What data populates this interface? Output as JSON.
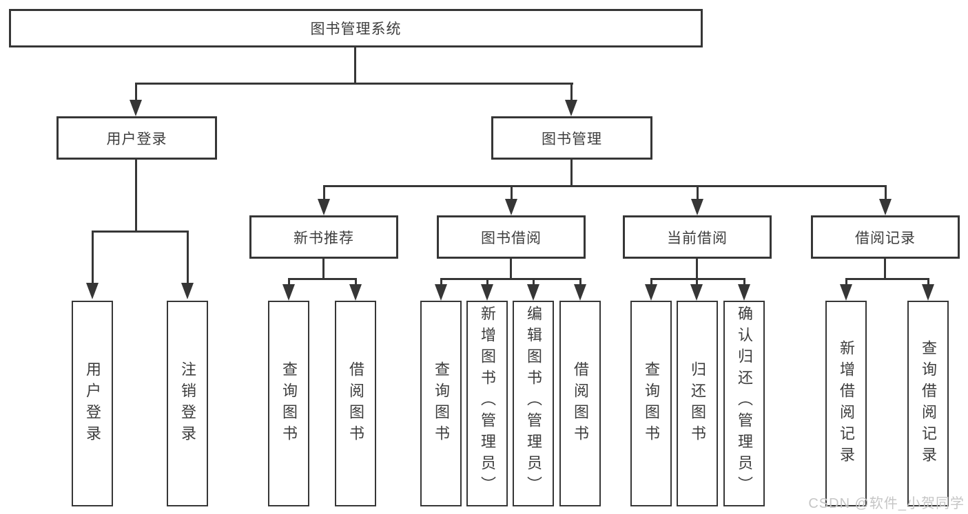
{
  "nodes": {
    "root": "图书管理系统",
    "user_login": {
      "label": "用户登录",
      "children": [
        "用户登录",
        "注销登录"
      ]
    },
    "book_mgmt": {
      "label": "图书管理"
    },
    "new_book_rec": {
      "label": "新书推荐",
      "children": [
        "查询图书",
        "借阅图书"
      ]
    },
    "book_borrow": {
      "label": "图书借阅",
      "children": [
        "查询图书",
        "新增图书（管理员）",
        "编辑图书（管理员）",
        "借阅图书"
      ]
    },
    "current_borrow": {
      "label": "当前借阅",
      "children": [
        "查询图书",
        "归还图书",
        "确认归还（管理员）"
      ]
    },
    "borrow_records": {
      "label": "借阅记录",
      "children": [
        "新增借阅记录",
        "查询借阅记录"
      ]
    }
  },
  "watermark": "CSDN @软件_小贺同学",
  "colors": {
    "line": "#363636",
    "text": "#3d3d3d",
    "watermark": "#c6c6c6",
    "background": "#ffffff"
  }
}
